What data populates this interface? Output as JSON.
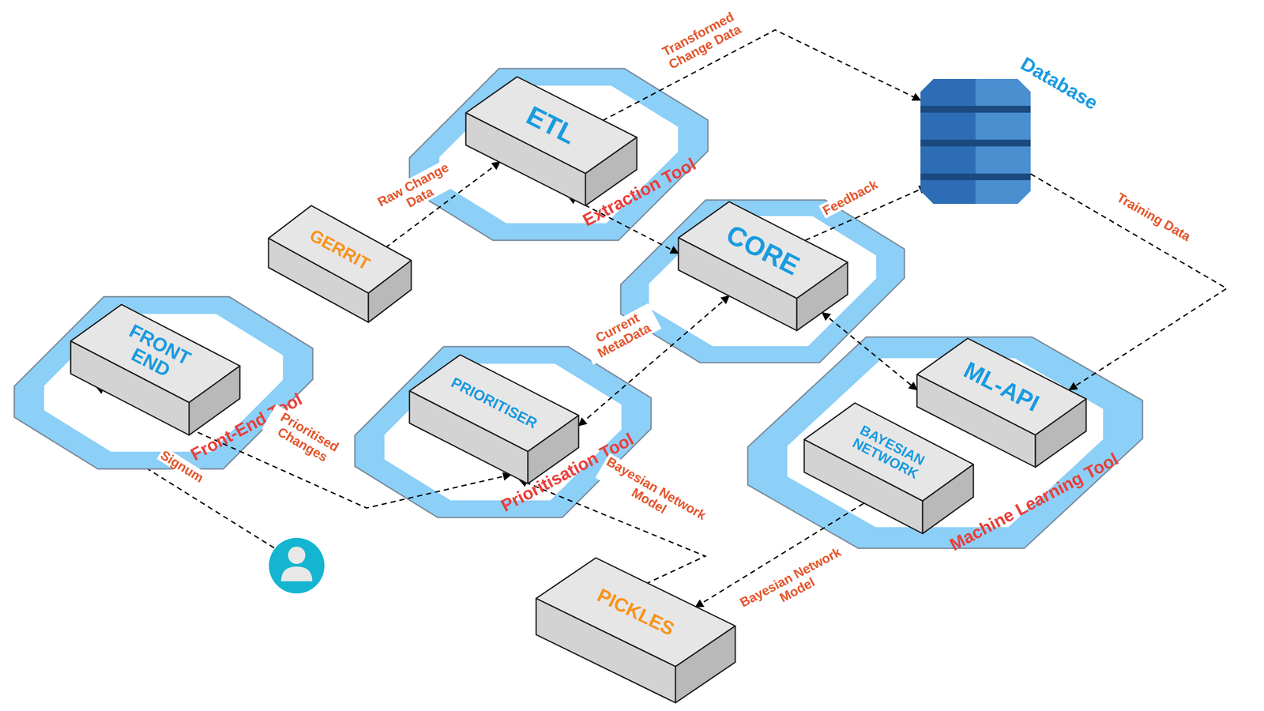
{
  "diagram": {
    "nodes": [
      {
        "text": [
          "Extraction Tool"
        ]
      },
      {
        "text": [
          "ETL"
        ],
        "in": 0
      },
      {
        "text": [
          "Database"
        ]
      },
      {
        "text": [
          "GERRIT"
        ]
      },
      {
        "text": [
          "CORE"
        ]
      },
      {
        "text": [
          "Front-End Tool"
        ]
      },
      {
        "text": [
          "FRONT END"
        ],
        "in": 5
      },
      {
        "text": [
          "Prioritisation Tool"
        ]
      },
      {
        "text": [
          "PRIORITISER"
        ],
        "in": 7
      },
      {
        "text": [
          "Machine Learning Tool"
        ]
      },
      {
        "text": [
          "ML-API"
        ],
        "in": 9
      },
      {
        "text": [
          "BAYESIAN NETWORK"
        ],
        "in": 9
      },
      {
        "text": [
          "PICKLES"
        ]
      }
    ],
    "edges": [
      {
        "from": 3,
        "to": 1,
        "label": "Raw Change Data",
        "arrow": "to"
      },
      {
        "from": 1,
        "to": 2,
        "label": "Transformed Change Data",
        "arrow": "to"
      },
      {
        "from": 1,
        "to": 4,
        "arrow": "both"
      },
      {
        "from": 4,
        "to": 2,
        "label": "Feedback",
        "arrow": "to"
      },
      {
        "from": 2,
        "to": 10,
        "label": "Training Data",
        "arrow": "to"
      },
      {
        "from": 4,
        "to": 10,
        "arrow": "both"
      },
      {
        "from": 4,
        "to": 8,
        "label": "Current MetaData",
        "arrow": "both"
      },
      {
        "from": 8,
        "to": 6,
        "label": "Prioritised Changes",
        "arrow": "both"
      },
      {
        "from": 11,
        "to": 12,
        "label": "Bayesian Network Model",
        "arrow": "to"
      },
      {
        "from": 12,
        "to": 8,
        "label": "Bayesian Network Model",
        "arrow": "to"
      }
    ],
    "labels": [
      "Signum"
    ]
  }
}
